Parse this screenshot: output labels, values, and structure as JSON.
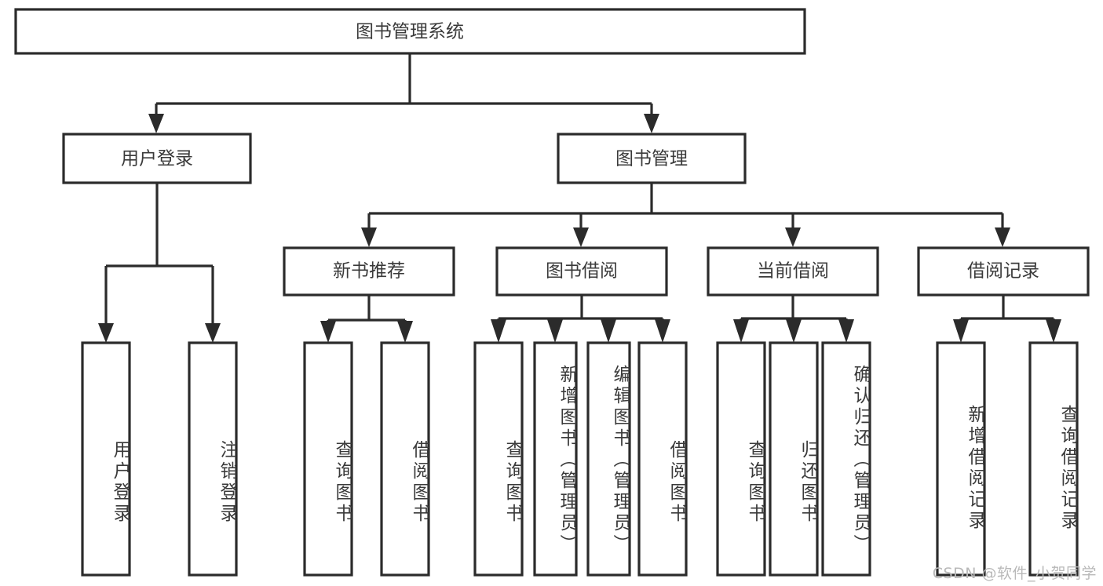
{
  "diagram": {
    "title": "图书管理系统",
    "watermark": "CSDN @软件_小贺同学",
    "colors": {
      "stroke": "#2b2b2b",
      "box_fill": "#ffffff",
      "text": "#3a3a3a",
      "background": "#ffffff",
      "watermark": "#b9b9b9"
    },
    "root": {
      "label": "图书管理系统"
    },
    "level2": [
      {
        "label": "用户登录"
      },
      {
        "label": "图书管理"
      }
    ],
    "level3": [
      {
        "label": "新书推荐"
      },
      {
        "label": "图书借阅"
      },
      {
        "label": "当前借阅"
      },
      {
        "label": "借阅记录"
      }
    ],
    "leaves": {
      "user_login": [
        {
          "label": "用户登录"
        },
        {
          "label": "注销登录"
        }
      ],
      "new_book_recommend": [
        {
          "label": "查询图书"
        },
        {
          "label": "借阅图书"
        }
      ],
      "book_borrow": [
        {
          "label": "查询图书"
        },
        {
          "label": "新增图书（管理员）"
        },
        {
          "label": "编辑图书（管理员）"
        },
        {
          "label": "借阅图书"
        }
      ],
      "current_borrow": [
        {
          "label": "查询图书"
        },
        {
          "label": "归还图书"
        },
        {
          "label": "确认归还（管理员）"
        }
      ],
      "borrow_record": [
        {
          "label": "新增借阅记录"
        },
        {
          "label": "查询借阅记录"
        }
      ]
    }
  }
}
